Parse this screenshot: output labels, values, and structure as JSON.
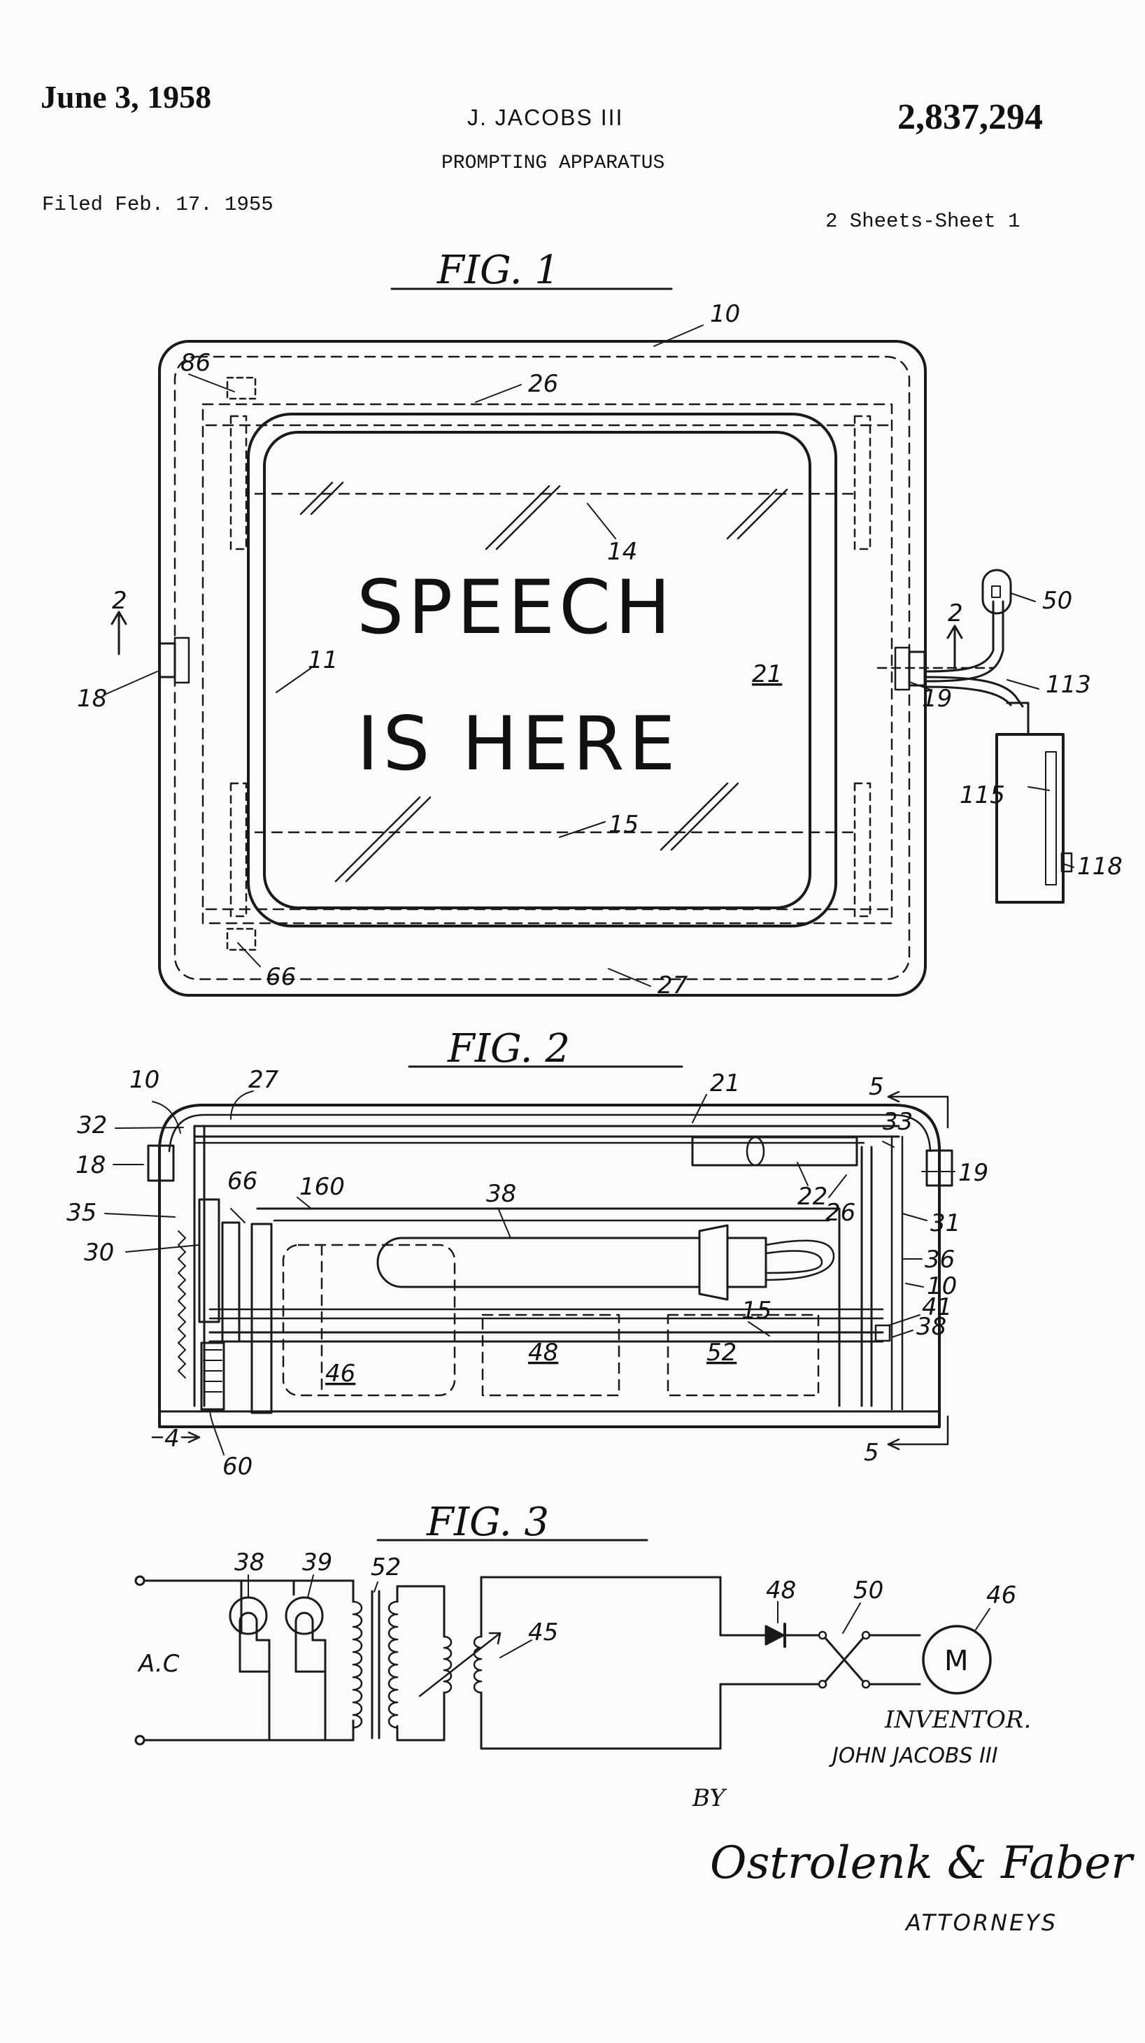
{
  "header": {
    "date": "June 3, 1958",
    "inventor": "J. JACOBS III",
    "patent_number": "2,837,294",
    "title": "PROMPTING APPARATUS",
    "filed": "Filed Feb. 17. 1955",
    "sheets": "2 Sheets-Sheet 1"
  },
  "figures": {
    "fig1": {
      "heading": "FIG. 1",
      "screen_line1": "SPEECH",
      "screen_line2": "IS HERE",
      "labels": {
        "l10": "10",
        "l86": "86",
        "l26": "26",
        "l14": "14",
        "l11": "11",
        "l21": "21",
        "l2a": "2",
        "l2b": "2",
        "l18": "18",
        "l19": "19",
        "l50": "50",
        "l113": "113",
        "l115": "115",
        "l118": "118",
        "l15": "15",
        "l66": "66",
        "l27": "27"
      }
    },
    "fig2": {
      "heading": "FIG. 2",
      "labels": {
        "l10a": "10",
        "l27": "27",
        "l21": "21",
        "l5a": "5",
        "l32": "32",
        "l33": "33",
        "l18": "18",
        "l19": "19",
        "l66": "66",
        "l160": "160",
        "l38a": "38",
        "l22": "22",
        "l26": "26",
        "l35": "35",
        "l30": "30",
        "l31": "31",
        "l36": "36",
        "l10b": "10",
        "l41": "41",
        "l38b": "38",
        "l46": "46",
        "l48": "48",
        "l52": "52",
        "l15": "15",
        "l4": "4",
        "l60": "60",
        "l5b": "5"
      }
    },
    "fig3": {
      "heading": "FIG. 3",
      "labels": {
        "l38": "38",
        "l39": "39",
        "l52": "52",
        "l45": "45",
        "l48": "48",
        "l50": "50",
        "l46": "46",
        "ac": "A.C",
        "motor": "M"
      }
    }
  },
  "signature": {
    "inventor_caption": "INVENTOR.",
    "inventor_name": "JOHN JACOBS III",
    "by": "BY",
    "attorney_firm": "Ostrolenk & Faber",
    "attorneys_caption": "ATTORNEYS"
  }
}
